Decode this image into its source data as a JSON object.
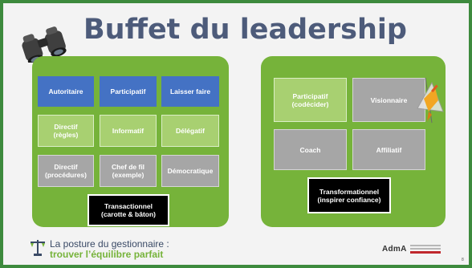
{
  "slide": {
    "title": "Buffet du leadership",
    "left_panel": {
      "row1": [
        "Autoritaire",
        "Participatif",
        "Laisser faire"
      ],
      "row2": [
        "Directif\n(règles)",
        "Informatif",
        "Délégatif"
      ],
      "row3": [
        "Directif\n(procédures)",
        "Chef de fil\n(exemple)",
        "Démocratique"
      ],
      "footer_box": "Transactionnel\n(carotte & bâton)"
    },
    "right_panel": {
      "row1": [
        "Participatif\n(codécider)",
        "Visionnaire"
      ],
      "row2": [
        "Coach",
        "Affiliatif"
      ],
      "footer_box": "Transformationnel\n(inspirer confiance)"
    },
    "footer": {
      "line1": "La posture du gestionnaire :",
      "line2": "trouver l’équilibre parfait",
      "brand": "AdmA",
      "page_number": "8"
    }
  },
  "colors": {
    "accent_green": "#76b33a",
    "title": "#4d5b7a",
    "blue_box": "#4472c4",
    "light_green_box": "#a8d071",
    "grey_box": "#a6a6a6"
  }
}
